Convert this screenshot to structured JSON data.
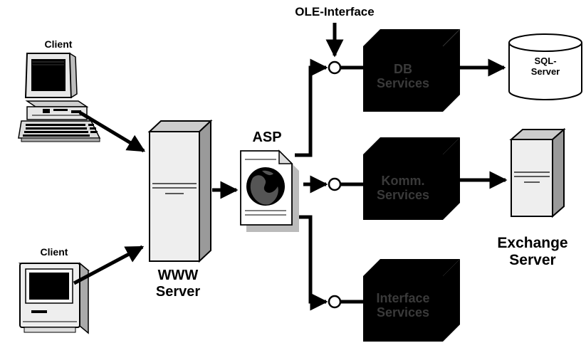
{
  "labels": {
    "client_top": "Client",
    "client_bottom": "Client",
    "www_server_line1": "WWW",
    "www_server_line2": "Server",
    "asp": "ASP",
    "ole_interface": "OLE-Interface",
    "sql_server_line1": "SQL-",
    "sql_server_line2": "Server",
    "exchange_line1": "Exchange",
    "exchange_line2": "Server"
  },
  "services": {
    "db": {
      "line1": "DB",
      "line2": "Services"
    },
    "komm": {
      "line1": "Komm.",
      "line2": "Services"
    },
    "interface": {
      "line1": "Interface",
      "line2": "Services"
    }
  },
  "icons": [
    "desktop-pc-icon",
    "mac-classic-icon",
    "tower-server-icon",
    "asp-document-globe-icon",
    "service-cube-icon",
    "database-cylinder-icon",
    "ole-interface-circle-icon"
  ],
  "colors": {
    "cube": "#000000",
    "server_light": "#eeeeee",
    "server_side": "#9a9a9a",
    "line": "#000000"
  }
}
